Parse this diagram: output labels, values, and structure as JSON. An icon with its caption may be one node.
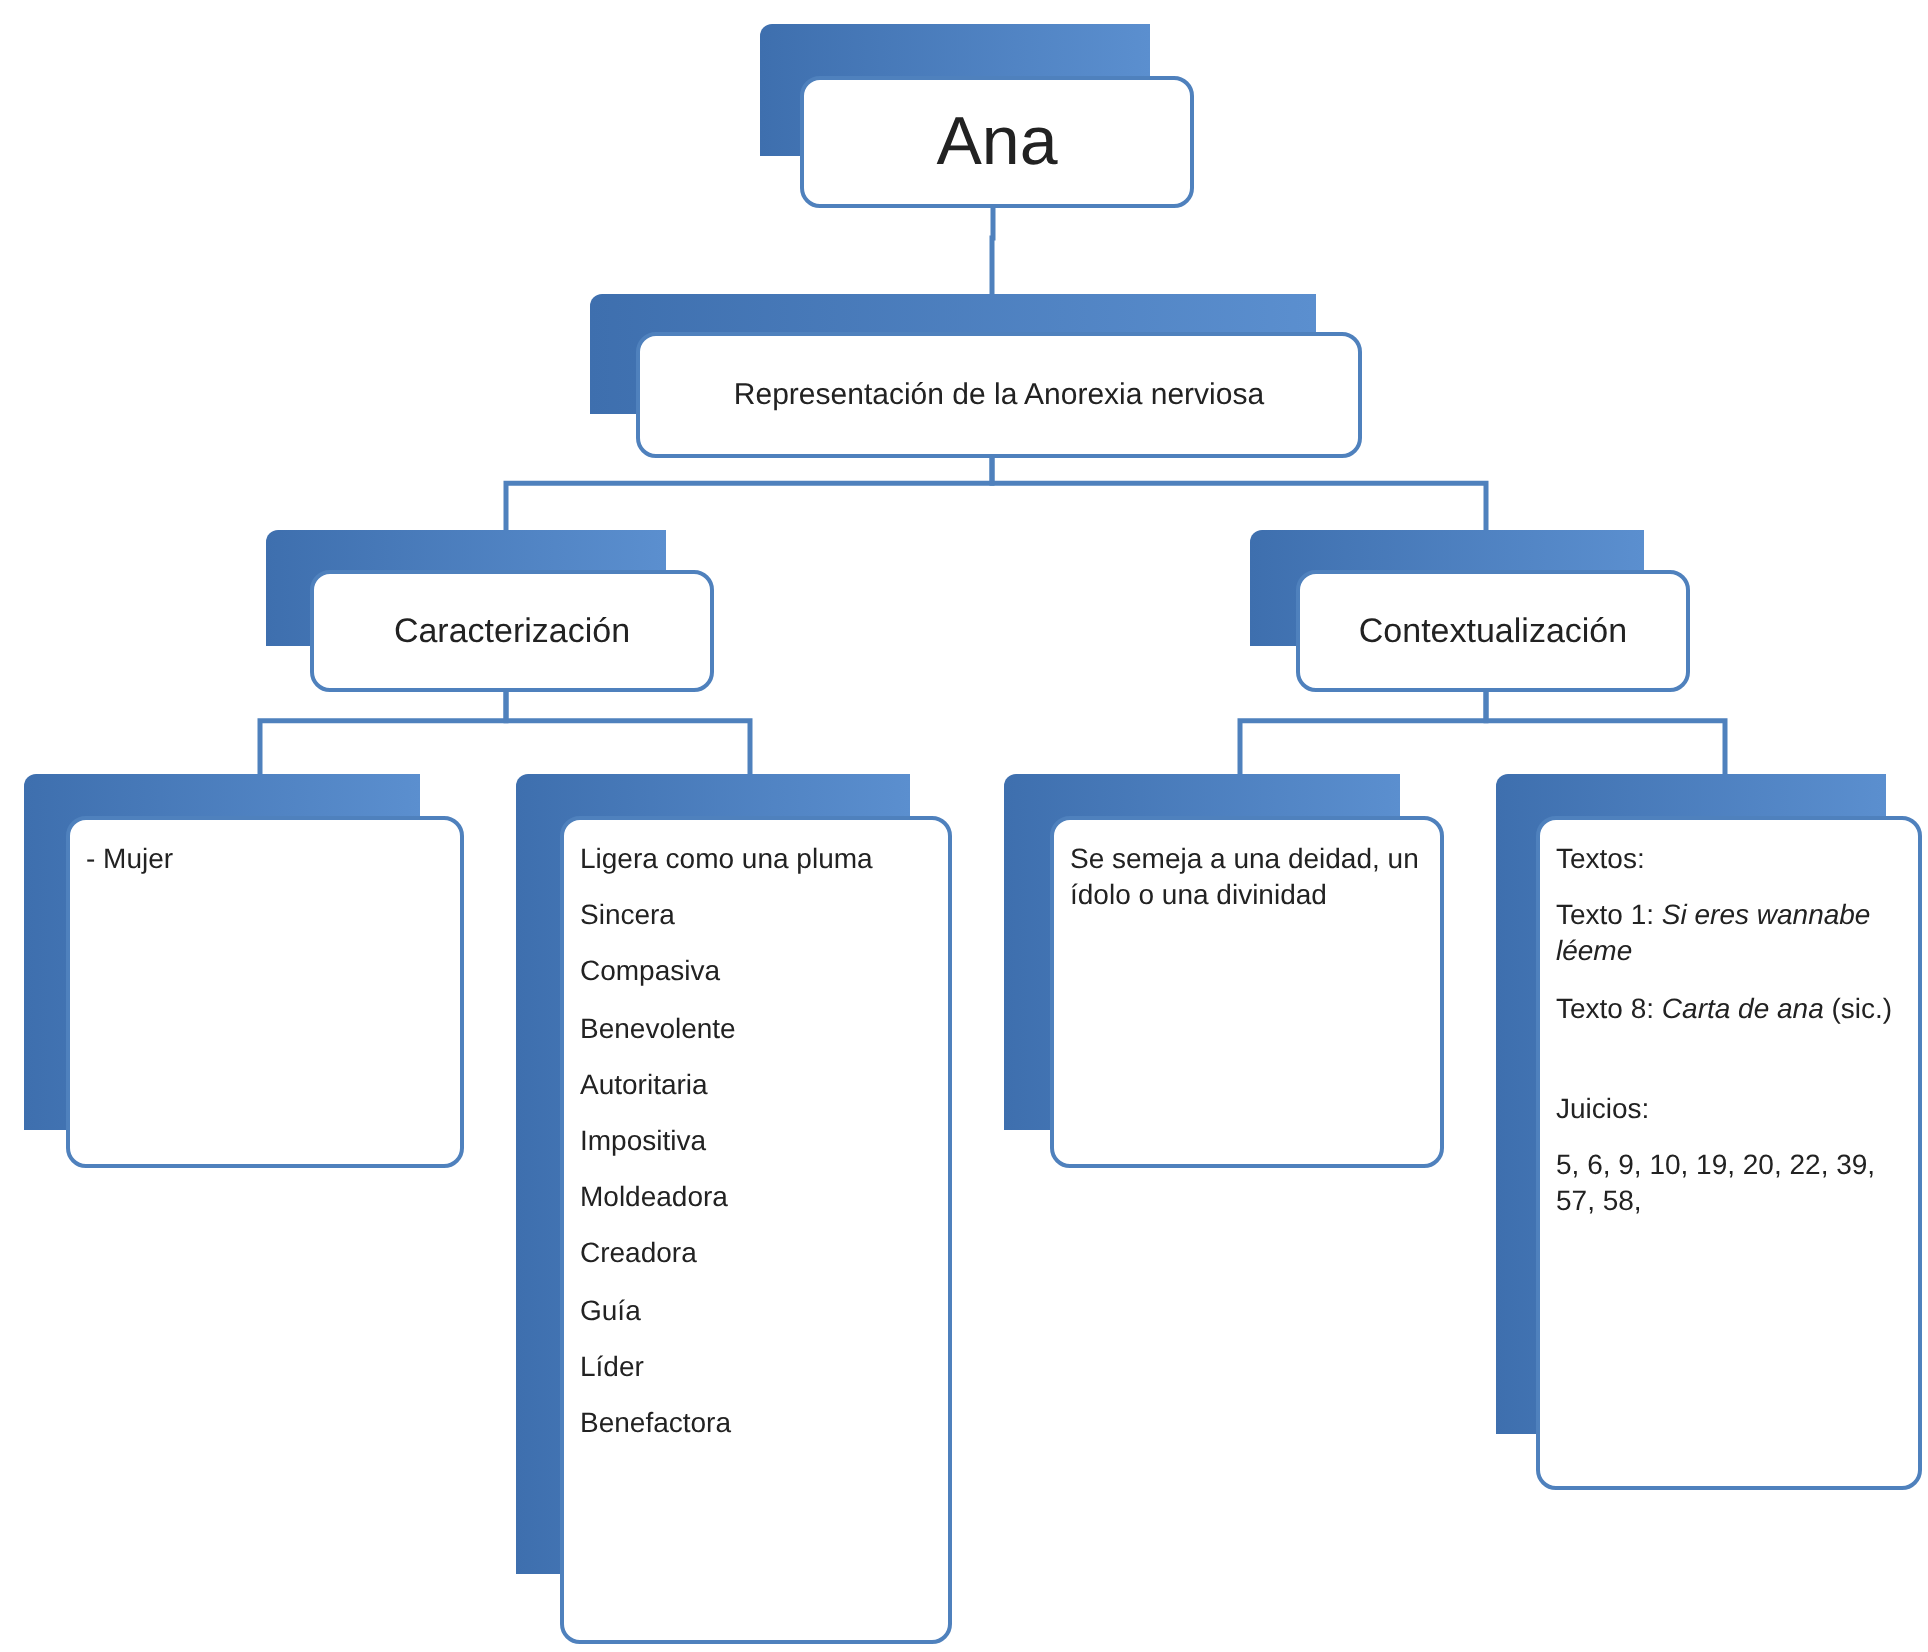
{
  "diagram": {
    "nodes": [
      {
        "text": [
          "Ana"
        ]
      },
      {
        "text": [
          "Representación de la Anorexia nerviosa"
        ]
      },
      {
        "text": [
          "Caracterización"
        ]
      },
      {
        "text": [
          "Contextualización"
        ]
      },
      {
        "text": [
          "- Mujer"
        ]
      },
      {
        "text": [
          "Ligera como una pluma",
          "Sincera",
          "Compasiva",
          "Benevolente",
          "Autoritaria",
          "Impositiva",
          "Moldeadora",
          "Creadora",
          "Guía",
          "Líder",
          "Benefactora"
        ]
      },
      {
        "text": [
          "Se semeja a una deidad, un ídolo o una divinidad"
        ]
      },
      {
        "text": [
          "Textos:",
          "Texto 1: *Si eres wannabe léeme*",
          "Texto 8: *Carta de ana* (sic.)",
          "Juicios:",
          "5, 6, 9, 10, 19, 20, 22, 39, 57, 58,"
        ]
      }
    ],
    "edges": [
      {
        "from": 0,
        "to": 1,
        "arrow": "none"
      },
      {
        "from": 1,
        "to": 2,
        "arrow": "none"
      },
      {
        "from": 1,
        "to": 3,
        "arrow": "none"
      },
      {
        "from": 2,
        "to": 4,
        "arrow": "none"
      },
      {
        "from": 2,
        "to": 5,
        "arrow": "none"
      },
      {
        "from": 3,
        "to": 6,
        "arrow": "none"
      },
      {
        "from": 3,
        "to": 7,
        "arrow": "none"
      }
    ]
  }
}
